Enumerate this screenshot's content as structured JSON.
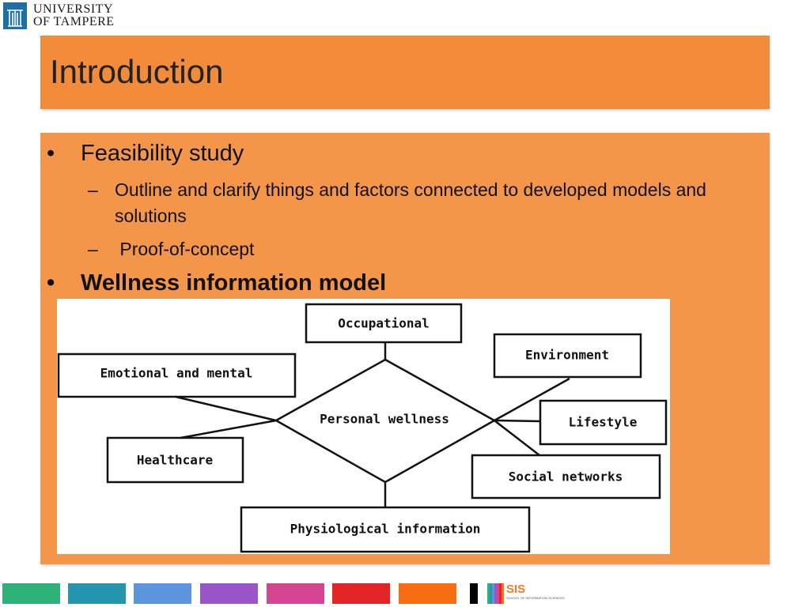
{
  "logo": {
    "line1": "UNIVERSITY",
    "line2": "OF TAMPERE",
    "icon": "university-emblem-icon"
  },
  "slide": {
    "title": "Introduction",
    "bullets": [
      {
        "text": "Feasibility study",
        "subitems": [
          "Outline and clarify things and factors connected to developed models and solutions",
          " Proof-of-concept"
        ]
      },
      {
        "text": "Wellness information model",
        "subitems": []
      }
    ],
    "bullet_marker": "•",
    "sub_marker": "–"
  },
  "diagram": {
    "center": "Personal wellness",
    "nodes": {
      "occupational": "Occupational",
      "environment": "Environment",
      "emotional": "Emotional and mental",
      "lifestyle": "Lifestyle",
      "healthcare": "Healthcare",
      "social": "Social networks",
      "physiological": "Physiological information"
    }
  },
  "footer": {
    "colors": [
      "#2db37a",
      "#2596b0",
      "#5b95dd",
      "#9a56c8",
      "#d6458f",
      "#e42527",
      "#f96d12"
    ],
    "sis_title": "SIS",
    "sis_subtitle": "SCHOOL OF INFORMATION SCIENCES"
  },
  "theme": {
    "title_bg": "#f28c3b",
    "content_bg": "#f39649",
    "accent": "#f47a2a"
  }
}
